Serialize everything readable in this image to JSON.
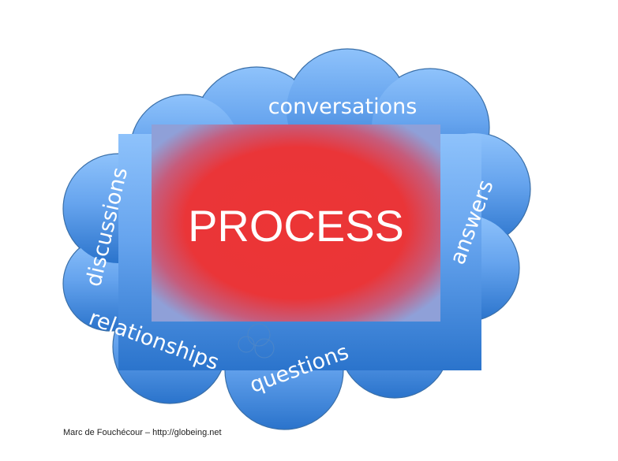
{
  "center": {
    "label": "PROCESS"
  },
  "cloud_words": {
    "top": "conversations",
    "left": "discussions",
    "right": "answers",
    "bottom_left": "relationships",
    "bottom": "questions"
  },
  "credit": "Marc de Fouchécour – http://globeing.net",
  "colors": {
    "cloud_top": "#8ec2fb",
    "cloud_bottom": "#2b74cc",
    "cloud_outline": "#3a6fa8",
    "process_red": "#ec3535",
    "process_edge": "#8fa0d8",
    "text": "#ffffff"
  }
}
